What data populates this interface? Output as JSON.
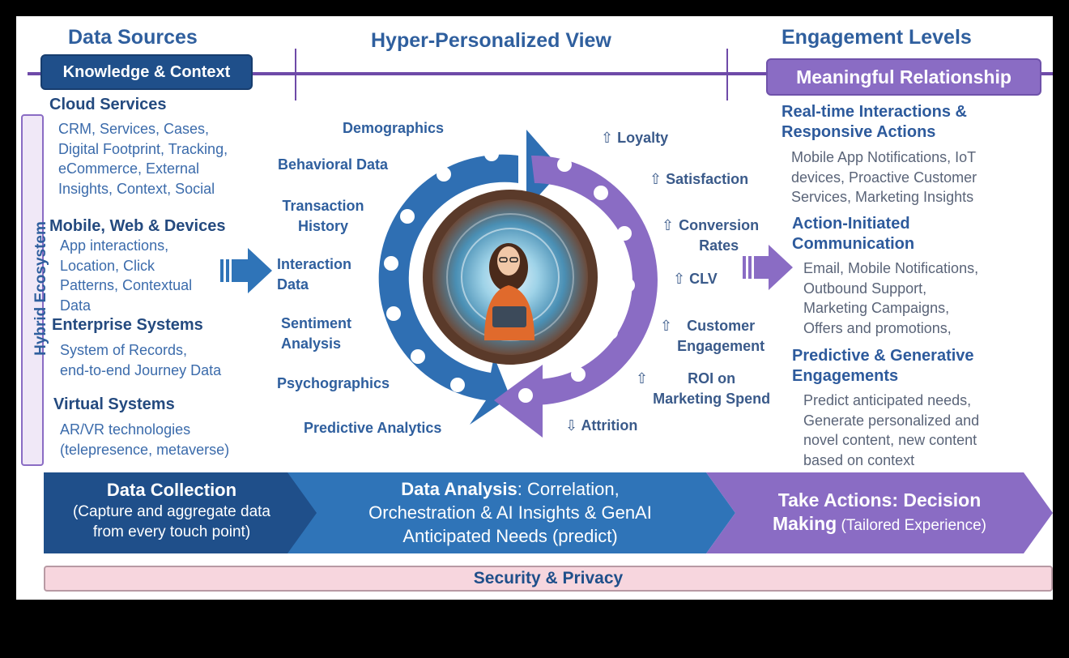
{
  "headers": {
    "data_sources": "Data Sources",
    "hyper_view": "Hyper-Personalized View",
    "engagement_levels": "Engagement Levels"
  },
  "pills": {
    "knowledge": "Knowledge & Context",
    "meaningful": "Meaningful Relationship"
  },
  "side_label": "Hybrid Ecosystem",
  "left_sections": [
    {
      "title": "Cloud Services",
      "body": "CRM, Services, Cases,\nDigital Footprint, Tracking,\neCommerce, External\nInsights, Context, Social"
    },
    {
      "title": "Mobile, Web & Devices",
      "body": "App interactions,\nLocation, Click\nPatterns, Contextual\nData"
    },
    {
      "title": "Enterprise Systems",
      "body": "System of Records,\nend-to-end Journey Data"
    },
    {
      "title": "Virtual Systems",
      "body": "AR/VR technologies\n(telepresence,  metaverse)"
    }
  ],
  "inputs": [
    "Demographics",
    "Behavioral Data",
    "Transaction\nHistory",
    "Interaction\nData",
    "Sentiment\nAnalysis",
    "Psychographics",
    "Predictive Analytics"
  ],
  "metrics": [
    {
      "label": "Loyalty",
      "arrow": "⇧"
    },
    {
      "label": "Satisfaction",
      "arrow": "⇧"
    },
    {
      "label": "Conversion\nRates",
      "arrow": "⇧"
    },
    {
      "label": "CLV",
      "arrow": "⇧"
    },
    {
      "label": "Customer\nEngagement",
      "arrow": "⇧"
    },
    {
      "label": "ROI on\nMarketing Spend",
      "arrow": "⇧"
    },
    {
      "label": "Attrition",
      "arrow": "⇩"
    }
  ],
  "right_sections": [
    {
      "title": "Real-time Interactions &\nResponsive Actions",
      "body": "Mobile App Notifications, IoT\ndevices, Proactive Customer\nServices, Marketing Insights"
    },
    {
      "title": "Action-Initiated\nCommunication",
      "body": "Email, Mobile Notifications,\nOutbound Support,\nMarketing Campaigns,\nOffers and promotions,"
    },
    {
      "title": "Predictive & Generative\nEngagements",
      "body": "Predict anticipated needs,\nGenerate personalized and\nnovel content, new content\nbased on context"
    }
  ],
  "flow": {
    "collection_title": "Data Collection",
    "collection_sub": "(Capture and aggregate data\nfrom every touch point)",
    "analysis_title": "Data Analysis",
    "analysis_rest": ": Correlation,",
    "analysis_lines": "Orchestration & AI Insights & GenAI\nAnticipated Needs (predict)",
    "actions_title": "Take Actions: Decision",
    "actions_making": "Making",
    "actions_sub": " (Tailored Experience)"
  },
  "footer": "Security & Privacy",
  "colors": {
    "blue_dark": "#1f4f8a",
    "blue_mid": "#2f74b8",
    "blue_ring": "#2f6fb3",
    "purple": "#8a6cc4",
    "purple_dark": "#7b5ab8",
    "pink_bar": "#f7d6de"
  }
}
